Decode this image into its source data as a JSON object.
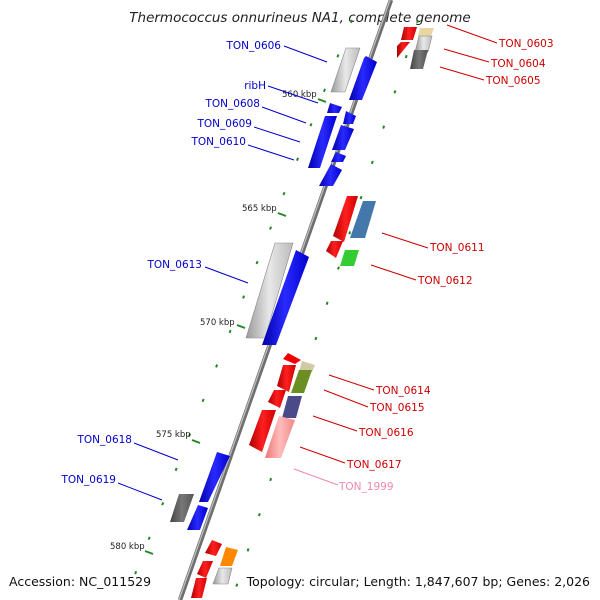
{
  "title": "Thermococcus onnurineus NA1, complete genome",
  "footer": {
    "accession": "Accession: NC_011529",
    "topology": "Topology: circular; Length: 1,847,607 bp; Genes: 2,026"
  },
  "ticks": [
    "560 kbp",
    "565 kbp",
    "570 kbp",
    "575 kbp",
    "580 kbp"
  ],
  "labels": {
    "left": [
      "TON_0606",
      "ribH",
      "TON_0608",
      "TON_0609",
      "TON_0610",
      "TON_0613",
      "TON_0618",
      "TON_0619"
    ],
    "right": [
      "TON_0603",
      "TON_0604",
      "TON_0605",
      "TON_0611",
      "TON_0612",
      "TON_0614",
      "TON_0615",
      "TON_0616",
      "TON_0617",
      "TON_1999"
    ]
  },
  "colors": {
    "minus_strand_label": "#0000cc",
    "plus_strand_label": "#cc0000",
    "rna_label": "#ee88aa",
    "tick": "#228822"
  }
}
